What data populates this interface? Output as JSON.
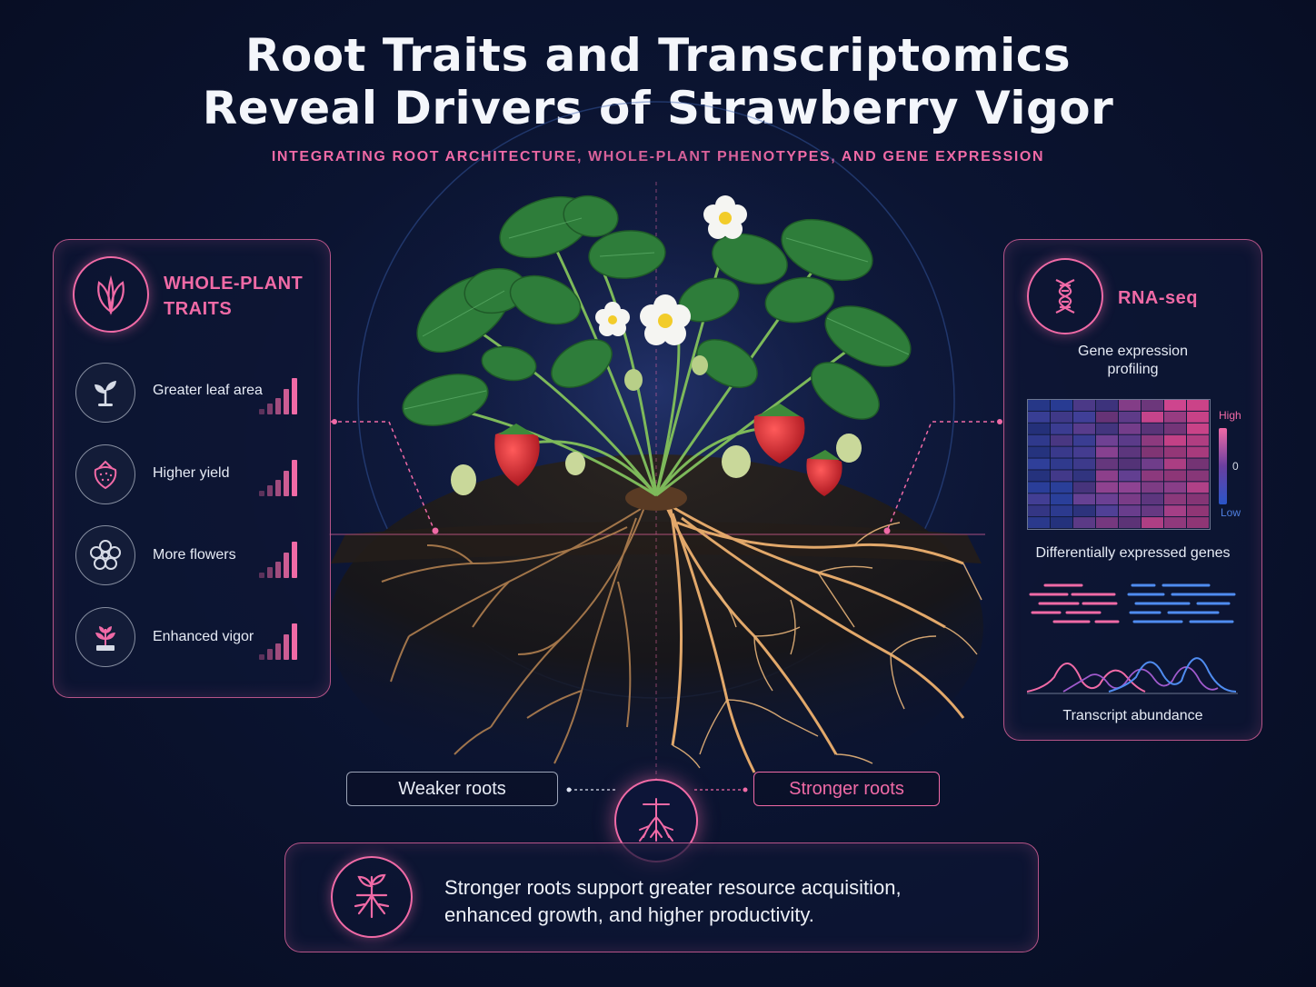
{
  "title_line1": "Root Traits and Transcriptomics",
  "title_line2": "Reveal Drivers of Strawberry Vigor",
  "subtitle": "INTEGRATING ROOT ARCHITECTURE, WHOLE-PLANT PHENOTYPES, AND GENE EXPRESSION",
  "left_panel": {
    "heading_line1": "WHOLE-PLANT",
    "heading_line2": "TRAITS",
    "icon": "leaf-icon",
    "traits": [
      {
        "label": "Greater leaf area",
        "icon": "sprout-icon"
      },
      {
        "label": "Higher yield",
        "icon": "strawberry-icon"
      },
      {
        "label": "More flowers",
        "icon": "flower-icon"
      },
      {
        "label": "Enhanced vigor",
        "icon": "plant-pot-icon"
      }
    ]
  },
  "right_panel": {
    "heading": "RNA-seq",
    "icon": "dna-icon",
    "description_line1": "Gene expression",
    "description_line2": "profiling",
    "legend_high": "High",
    "legend_zero": "0",
    "legend_low": "Low",
    "deg_label": "Differentially expressed genes",
    "abundance_label": "Transcript abundance"
  },
  "roots": {
    "weaker_label": "Weaker roots",
    "stronger_label": "Stronger roots",
    "center_icon": "roots-icon"
  },
  "bottom": {
    "icon": "sprout-roots-icon",
    "text_line1": "Stronger roots support greater resource acquisition,",
    "text_line2": "enhanced growth, and higher productivity."
  },
  "colors": {
    "accent": "#f06aa6",
    "background": "#0b1431",
    "leaf": "#2e7d3a",
    "berry": "#d8262f",
    "root": "#d9a066",
    "heat_low": "#2a3f9a",
    "heat_high": "#e0478f"
  }
}
